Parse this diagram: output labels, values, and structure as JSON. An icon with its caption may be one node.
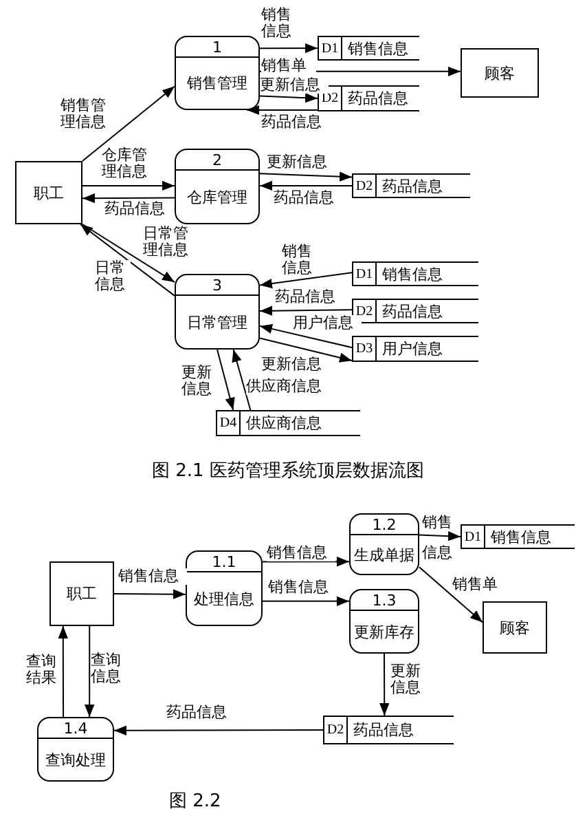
{
  "diagram": {
    "nodes": [
      {
        "text": [
          "职工"
        ]
      },
      {
        "text": [
          "1",
          "销售管理"
        ]
      },
      {
        "text": [
          "D1",
          "销售信息"
        ]
      },
      {
        "text": [
          "顾客"
        ]
      },
      {
        "text": [
          "D2",
          "药品信息"
        ]
      },
      {
        "text": [
          "2",
          "仓库管理"
        ]
      },
      {
        "text": [
          "D2",
          "药品信息"
        ]
      },
      {
        "text": [
          "3",
          "日常管理"
        ]
      },
      {
        "text": [
          "D1",
          "销售信息"
        ]
      },
      {
        "text": [
          "D2",
          "药品信息"
        ]
      },
      {
        "text": [
          "D3",
          "用户信息"
        ]
      },
      {
        "text": [
          "D4",
          "供应商信息"
        ]
      },
      {
        "text": [
          "职工"
        ]
      },
      {
        "text": [
          "1.1",
          "处理信息"
        ]
      },
      {
        "text": [
          "1.2",
          "生成单据"
        ]
      },
      {
        "text": [
          "D1",
          "销售信息"
        ]
      },
      {
        "text": [
          "1.3",
          "更新库存"
        ]
      },
      {
        "text": [
          "顾客"
        ]
      },
      {
        "text": [
          "1.4",
          "查询处理"
        ]
      },
      {
        "text": [
          "D2",
          "药品信息"
        ]
      }
    ],
    "edges": [
      {
        "from": 0,
        "to": 1,
        "arrow": "to",
        "label": "销售管理信息"
      },
      {
        "from": 1,
        "to": 2,
        "arrow": "to",
        "label": "销售信息"
      },
      {
        "from": 1,
        "to": 3,
        "arrow": "to",
        "label": "销售单"
      },
      {
        "from": 1,
        "to": 4,
        "arrow": "to",
        "label": "更新信息"
      },
      {
        "from": 4,
        "to": 1,
        "arrow": "to",
        "label": "药品信息"
      },
      {
        "from": 0,
        "to": 5,
        "arrow": "to",
        "label": "仓库管理信息"
      },
      {
        "from": 5,
        "to": 0,
        "arrow": "to",
        "label": "药品信息"
      },
      {
        "from": 5,
        "to": 6,
        "arrow": "to",
        "label": "更新信息"
      },
      {
        "from": 6,
        "to": 5,
        "arrow": "to",
        "label": "药品信息"
      },
      {
        "from": 0,
        "to": 7,
        "arrow": "to",
        "label": "日常管理信息"
      },
      {
        "from": 7,
        "to": 0,
        "arrow": "to",
        "label": "日常信息"
      },
      {
        "from": 8,
        "to": 7,
        "arrow": "to",
        "label": "销售信息"
      },
      {
        "from": 9,
        "to": 7,
        "arrow": "to",
        "label": "药品信息"
      },
      {
        "from": 10,
        "to": 7,
        "arrow": "to",
        "label": "用户信息"
      },
      {
        "from": 7,
        "to": 10,
        "arrow": "to",
        "label": "更新信息"
      },
      {
        "from": 7,
        "to": 11,
        "arrow": "to",
        "label": "更新信息"
      },
      {
        "from": 11,
        "to": 7,
        "arrow": "to",
        "label": "供应商信息"
      },
      {
        "from": 12,
        "to": 13,
        "arrow": "to",
        "label": "销售信息"
      },
      {
        "from": 13,
        "to": 14,
        "arrow": "to",
        "label": "销售信息"
      },
      {
        "from": 13,
        "to": 16,
        "arrow": "to",
        "label": "销售信息"
      },
      {
        "from": 14,
        "to": 15,
        "arrow": "to",
        "label": "销售信息"
      },
      {
        "from": 14,
        "to": 17,
        "arrow": "to",
        "label": "销售单"
      },
      {
        "from": 16,
        "to": 19,
        "arrow": "to",
        "label": "更新信息"
      },
      {
        "from": 19,
        "to": 18,
        "arrow": "to",
        "label": "药品信息"
      },
      {
        "from": 18,
        "to": 12,
        "arrow": "to",
        "label": "查询结果"
      },
      {
        "from": 12,
        "to": 18,
        "arrow": "to",
        "label": "查询信息"
      }
    ],
    "labels": [
      "图 2.1 医药管理系统顶层数据流图",
      "图 2.2"
    ]
  }
}
